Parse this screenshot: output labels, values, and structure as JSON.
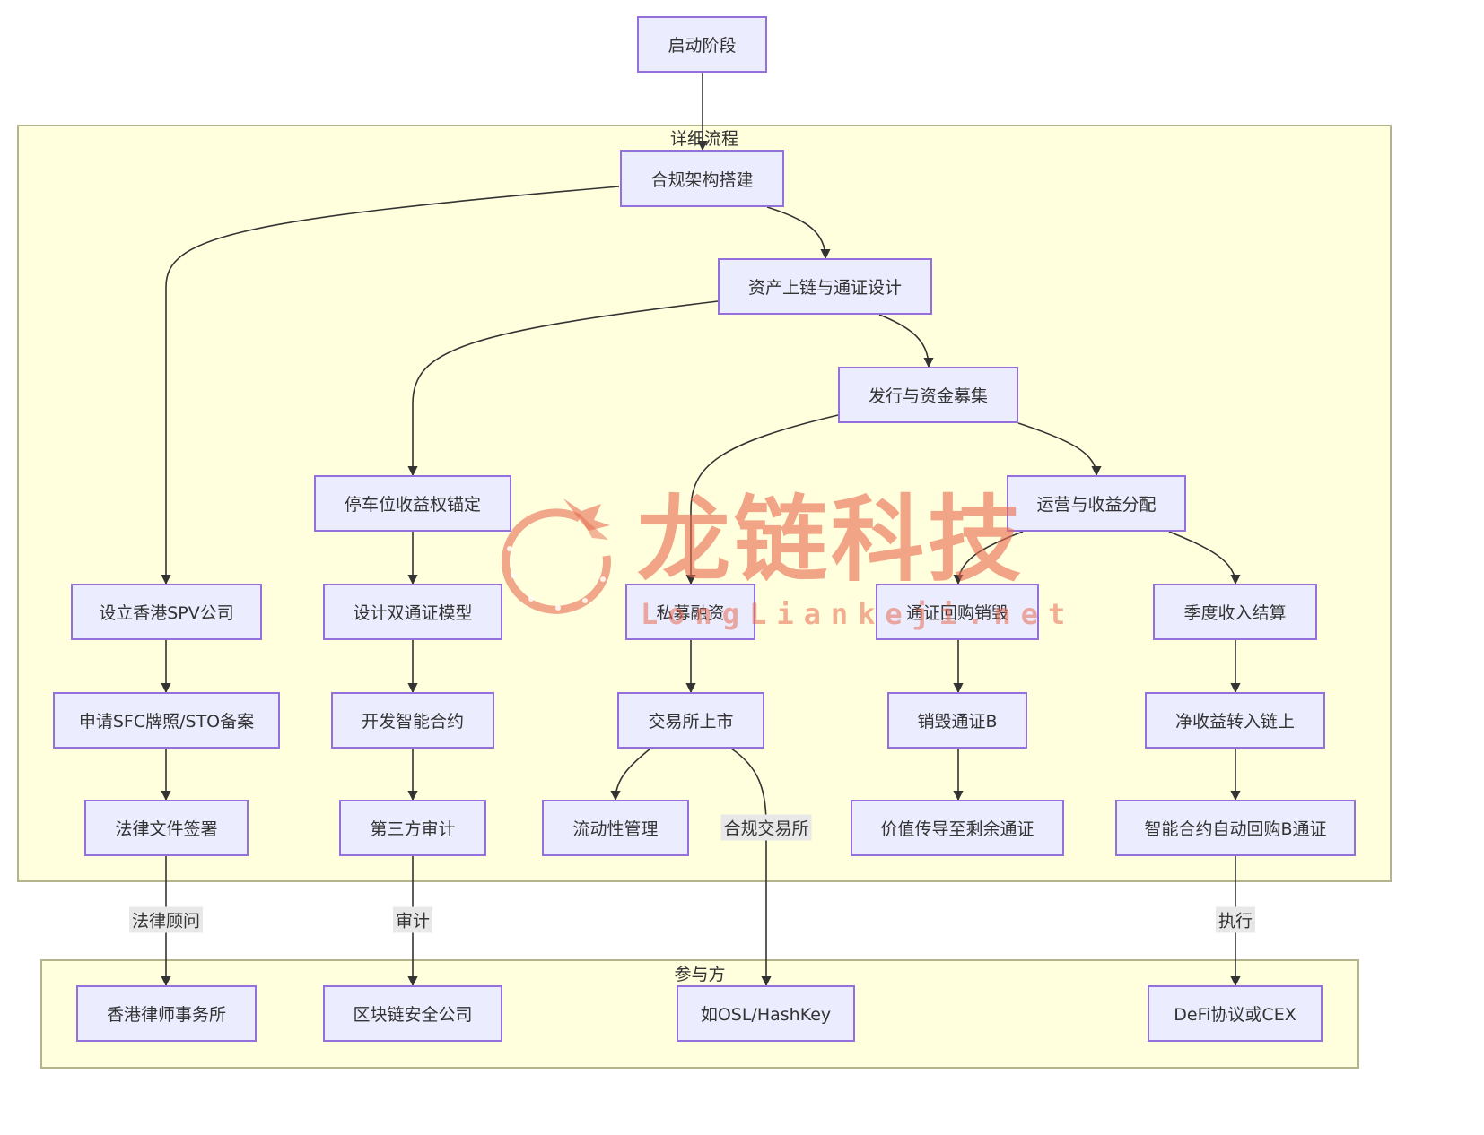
{
  "clusters": {
    "detail": "详细流程",
    "participants": "参与方"
  },
  "nodes": {
    "start": "启动阶段",
    "compliance": "合规架构搭建",
    "asset": "资产上链与通证设计",
    "issue": "发行与资金募集",
    "anchor": "停车位收益权锚定",
    "ops": "运营与收益分配",
    "spv": "设立香港SPV公司",
    "dual": "设计双通证模型",
    "private": "私募融资",
    "buyback": "通证回购销毁",
    "quarterly": "季度收入结算",
    "sfc": "申请SFC牌照/STO备案",
    "contract": "开发智能合约",
    "exchange": "交易所上市",
    "burn": "销毁通证B",
    "netincome": "净收益转入链上",
    "legal": "法律文件签署",
    "audit": "第三方审计",
    "liquidity": "流动性管理",
    "value": "价值传导至剩余通证",
    "autobuy": "智能合约自动回购B通证",
    "lawfirm": "香港律师事务所",
    "security": "区块链安全公司",
    "osl": "如OSL/HashKey",
    "defi": "DeFi协议或CEX"
  },
  "edge_labels": {
    "legal_advisor": "法律顾问",
    "audit": "审计",
    "compliant_exchange": "合规交易所",
    "execute": "执行"
  },
  "watermark": {
    "cn": "龙链科技",
    "en": "LongLiankeji.net"
  },
  "colors": {
    "node_fill": "#ececff",
    "node_stroke": "#9370db",
    "cluster_fill": "#ffffde",
    "cluster_stroke": "#b4b48c",
    "edge": "#333333",
    "watermark": "#e86c50"
  }
}
